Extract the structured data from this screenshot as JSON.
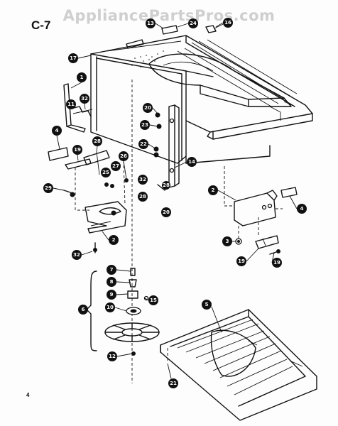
{
  "watermark": "AppliancePartsPros.com",
  "figure_label": "C-7",
  "page_number": "4",
  "callouts": [
    {
      "id": "c13",
      "label": "13"
    },
    {
      "id": "c24",
      "label": "24"
    },
    {
      "id": "c16",
      "label": "16"
    },
    {
      "id": "c17",
      "label": "17"
    },
    {
      "id": "c1",
      "label": "1"
    },
    {
      "id": "c32a",
      "label": "32"
    },
    {
      "id": "c11",
      "label": "11"
    },
    {
      "id": "c4a",
      "label": "4"
    },
    {
      "id": "c19a",
      "label": "19"
    },
    {
      "id": "c20a",
      "label": "20"
    },
    {
      "id": "c23",
      "label": "23"
    },
    {
      "id": "c22",
      "label": "22"
    },
    {
      "id": "c28a",
      "label": "28"
    },
    {
      "id": "c26",
      "label": "26"
    },
    {
      "id": "c25",
      "label": "25"
    },
    {
      "id": "c27",
      "label": "27"
    },
    {
      "id": "c29",
      "label": "29"
    },
    {
      "id": "c14",
      "label": "14"
    },
    {
      "id": "c32b",
      "label": "32"
    },
    {
      "id": "c28b",
      "label": "28"
    },
    {
      "id": "c20b",
      "label": "20"
    },
    {
      "id": "c28c",
      "label": "28"
    },
    {
      "id": "c2a",
      "label": "2"
    },
    {
      "id": "c4b",
      "label": "4"
    },
    {
      "id": "c3",
      "label": "3"
    },
    {
      "id": "c19b",
      "label": "19"
    },
    {
      "id": "c19c",
      "label": "19"
    },
    {
      "id": "c2b",
      "label": "2"
    },
    {
      "id": "c32c",
      "label": "32"
    },
    {
      "id": "c7",
      "label": "7"
    },
    {
      "id": "c8",
      "label": "8"
    },
    {
      "id": "c9",
      "label": "9"
    },
    {
      "id": "c6",
      "label": "6"
    },
    {
      "id": "c10",
      "label": "10"
    },
    {
      "id": "c15",
      "label": "15"
    },
    {
      "id": "c5",
      "label": "5"
    },
    {
      "id": "c12",
      "label": "12"
    },
    {
      "id": "c21",
      "label": "21"
    }
  ]
}
